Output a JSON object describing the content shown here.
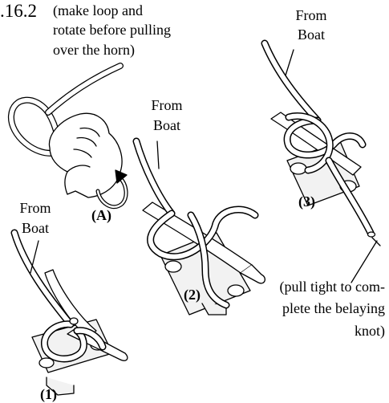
{
  "figure": {
    "number": ".16.2",
    "steps": {
      "A": {
        "tag": "(A)",
        "note_lines": [
          "(make loop and",
          "rotate before pulling",
          "over the horn)"
        ]
      },
      "one": {
        "tag": "(1)",
        "from_lines": [
          "From",
          "Boat"
        ]
      },
      "two": {
        "tag": "(2)",
        "from_lines": [
          "From",
          "Boat"
        ]
      },
      "three": {
        "tag": "(3)",
        "from_lines": [
          "From",
          "Boat"
        ],
        "note_lines": [
          "(pull tight to com-",
          "plete the  belaying",
          "knot)"
        ]
      }
    }
  },
  "colors": {
    "ink": "#000000",
    "rope": "#ffffff",
    "cleat": "#f2f2f2"
  }
}
